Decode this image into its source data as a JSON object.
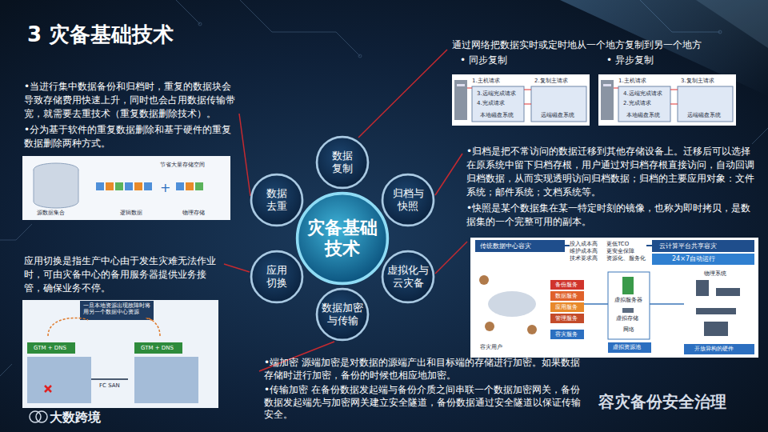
{
  "diagram": {
    "title": "3 灾备基础技术",
    "nodes": [
      {
        "text": [
          "灾备基础技术"
        ]
      },
      {
        "text": [
          "数据复制"
        ]
      },
      {
        "text": [
          "归档与快照"
        ]
      },
      {
        "text": [
          "虚拟化与云灾备"
        ]
      },
      {
        "text": [
          "数据加密与传输"
        ]
      },
      {
        "text": [
          "应用切换"
        ]
      },
      {
        "text": [
          "数据去重"
        ]
      }
    ],
    "labels": [
      "通过网络把数据实时或定时地从一个地方复制到另一个地方",
      "• 同步复制",
      "• 异步复制",
      "1.主机请求",
      "2.复制主请求",
      "3.远端完成请求",
      "4.完成请求",
      "本地磁盘系统",
      "远端磁盘系统",
      "1.主机请求",
      "2.完成请求",
      "3.复制主请求",
      "4.远端完成请求",
      "本地磁盘系统",
      "远端磁盘系统",
      "•归档是把不常访问的数据迁移到其他存储设备上。迁移后可以选择在原系统中留下归档存根，用户通过对归档存根直接访问，自动回调归档数据，从而实现透明访问归档数据；归档的主要应用对象：文件系统；邮件系统；文档系统等。",
      "•快照是某个数据集在某一特定时刻的镜像，也称为即时拷贝，是数据集的一个完整可用的副本。",
      "传统数据中心容灾",
      "投入成本高",
      "维护成本高",
      "技术要求高",
      "更低TCO",
      "更安全保障",
      "资源化、服务化",
      "云计算平台共享容灾",
      "24×7自动运行",
      "备份服务",
      "数据服务",
      "应用服务",
      "管理服务",
      "容灾服务",
      "容灾用户",
      "虚拟服务器",
      "虚拟存储",
      "网络",
      "虚拟资源池",
      "物理系统",
      "开放异构的硬件",
      "•当进行集中数据备份和归档时，重复的数据块会导致存储费用快速上升，同时也会占用数据传输带宽，就需要去重技术（重复数据删除技术）。",
      "•分为基于软件的重复数据删除和基于硬件的重复数据删除两种方式。",
      "节省大量存储空间",
      "源数据集合",
      "逻辑数据",
      "物理存储",
      "应用切换是指生产中心由于发生灾难无法作业时，可由灾备中心的备用服务器提供业务接管，确保业务不停。",
      "一旦本地资源出现故障时将用另一个数据中心资源",
      "GTM + DNS",
      "GTM + DNS",
      "FC SAN",
      "容灾备份安全治理",
      "大数跨境",
      "•端加密  源端加密是对数据的源端产出和目标端的存储进行加密。如果数据存储时进行加密，备份的时候也相应地加密。",
      "•传输加密  在备份数据发起端与备份介质之间串联一个数据加密网关，备份数据发起端先与加密网关建立安全隧道，备份数据通过安全隧道以保证传输安全。"
    ]
  }
}
